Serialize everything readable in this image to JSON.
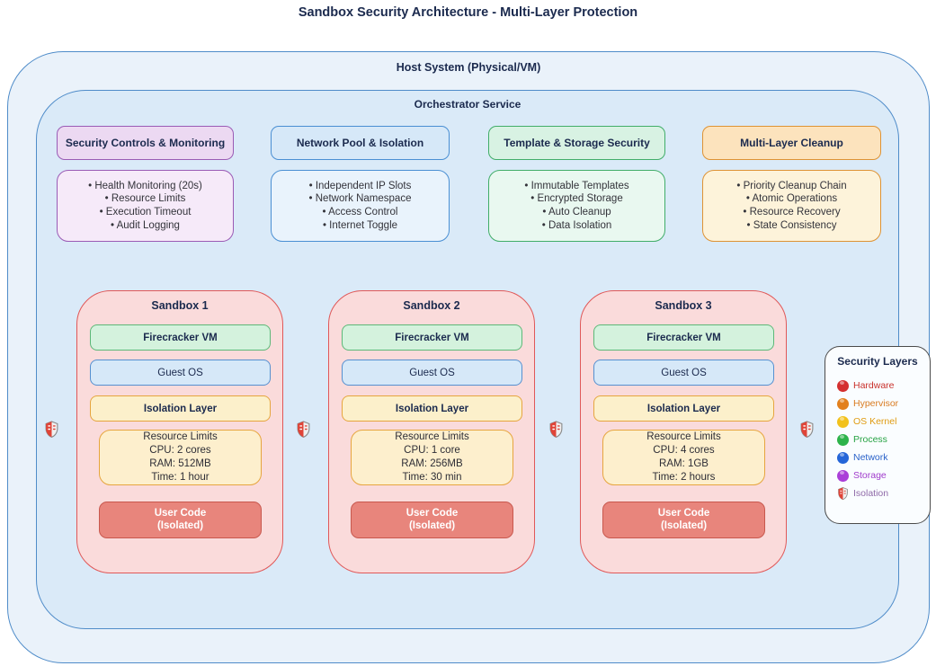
{
  "title": "Sandbox Security Architecture - Multi-Layer Protection",
  "host": {
    "label": "Host System (Physical/VM)"
  },
  "orchestrator": {
    "label": "Orchestrator Service"
  },
  "features": [
    {
      "title": "Security Controls & Monitoring",
      "items": [
        "• Health Monitoring (20s)",
        "• Resource Limits",
        "• Execution Timeout",
        "• Audit Logging"
      ],
      "header_bg": "#ecd9f2",
      "border": "#9a5bb5",
      "detail_bg": "#f6eaf9"
    },
    {
      "title": "Network Pool & Isolation",
      "items": [
        "• Independent IP Slots",
        "• Network Namespace",
        "• Access Control",
        "• Internet Toggle"
      ],
      "header_bg": "#d6e8f8",
      "border": "#4a8fd3",
      "detail_bg": "#e9f3fc"
    },
    {
      "title": "Template & Storage Security",
      "items": [
        "• Immutable Templates",
        "• Encrypted Storage",
        "• Auto Cleanup",
        "• Data Isolation"
      ],
      "header_bg": "#d8f2e3",
      "border": "#41ad69",
      "detail_bg": "#e9f8f0"
    },
    {
      "title": "Multi-Layer Cleanup",
      "items": [
        "• Priority Cleanup Chain",
        "• Atomic Operations",
        "• Resource Recovery",
        "• State Consistency"
      ],
      "header_bg": "#fce3bd",
      "border": "#de9335",
      "detail_bg": "#fdf3da"
    }
  ],
  "sandboxes": [
    {
      "title": "Sandbox 1",
      "vm": "Firecracker VM",
      "os": "Guest OS",
      "isolation": "Isolation Layer",
      "resources": [
        "Resource Limits",
        "CPU: 2 cores",
        "RAM: 512MB",
        "Time: 1 hour"
      ],
      "user_code": [
        "User Code",
        "(Isolated)"
      ]
    },
    {
      "title": "Sandbox 2",
      "vm": "Firecracker VM",
      "os": "Guest OS",
      "isolation": "Isolation Layer",
      "resources": [
        "Resource Limits",
        "CPU: 1 core",
        "RAM: 256MB",
        "Time: 30 min"
      ],
      "user_code": [
        "User Code",
        "(Isolated)"
      ]
    },
    {
      "title": "Sandbox 3",
      "vm": "Firecracker VM",
      "os": "Guest OS",
      "isolation": "Isolation Layer",
      "resources": [
        "Resource Limits",
        "CPU: 4 cores",
        "RAM: 1GB",
        "Time: 2 hours"
      ],
      "user_code": [
        "User Code",
        "(Isolated)"
      ]
    }
  ],
  "legend": {
    "title": "Security Layers",
    "items": [
      {
        "label": "Hardware",
        "icon": "ball",
        "ball_color": "#d43030",
        "text_color": "#c9312b"
      },
      {
        "label": "Hypervisor",
        "icon": "ball",
        "ball_color": "#e2801d",
        "text_color": "#d97b20"
      },
      {
        "label": "OS Kernel",
        "icon": "ball",
        "ball_color": "#f2c21c",
        "text_color": "#e09c12"
      },
      {
        "label": "Process",
        "icon": "ball",
        "ball_color": "#2db34a",
        "text_color": "#27a344"
      },
      {
        "label": "Network",
        "icon": "ball",
        "ball_color": "#2566d8",
        "text_color": "#2a62c9"
      },
      {
        "label": "Storage",
        "icon": "ball",
        "ball_color": "#aa3fd8",
        "text_color": "#a03ccc"
      },
      {
        "label": "Isolation",
        "icon": "shield",
        "text_color": "#8f6aa8"
      }
    ]
  },
  "colors": {
    "host_bg": "#eaf2fa",
    "host_border": "#4f8cc9",
    "orchestrator_bg": "#daeaf8",
    "sandbox_bg": "#fadbdb",
    "sandbox_border": "#e05858",
    "firecracker_bg": "#d4f2dd",
    "firecracker_border": "#5cb878",
    "guest_os_bg": "#d6e8f8",
    "guest_os_border": "#5590d0",
    "isolation_layer_bg": "#fcf0cb",
    "isolation_layer_border": "#e6a53e",
    "resource_bg": "#fdefcd",
    "user_code_bg": "#e8857c",
    "user_code_border": "#c8584e",
    "heading_text": "#1b2a4e"
  }
}
